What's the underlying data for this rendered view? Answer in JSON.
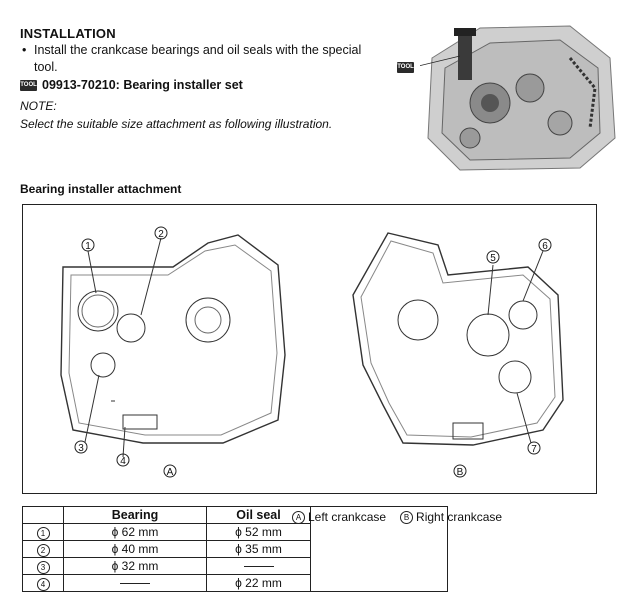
{
  "heading": "INSTALLATION",
  "bullet_text": "Install the crankcase bearings and oil seals with the special tool.",
  "tool_icon_text": "TOOL",
  "tool_text": "09913-70210: Bearing installer set",
  "note_label": "NOTE:",
  "note_text": "Select the suitable size attachment as following illustration.",
  "attachment_title": "Bearing installer attachment",
  "diagram": {
    "left_label": "A",
    "right_label": "B",
    "callouts": [
      "1",
      "2",
      "3",
      "4",
      "5",
      "6",
      "7"
    ]
  },
  "legend": [
    {
      "mark": "A",
      "text": "Left crankcase"
    },
    {
      "mark": "B",
      "text": "Right crankcase"
    }
  ],
  "table": {
    "headers": [
      "",
      "Bearing",
      "Oil seal"
    ],
    "rows": [
      {
        "num": "1",
        "bearing": "ϕ 62 mm",
        "seal": "ϕ 52 mm"
      },
      {
        "num": "2",
        "bearing": "ϕ 40 mm",
        "seal": "ϕ 35 mm"
      },
      {
        "num": "3",
        "bearing": "ϕ 32 mm",
        "seal": ""
      },
      {
        "num": "4",
        "bearing": "",
        "seal": "ϕ 22 mm"
      }
    ]
  },
  "colors": {
    "ink": "#111111",
    "photo_bg": "#d8d8d8"
  },
  "icons": [
    "tool-icon",
    "bullet-dot-icon"
  ]
}
